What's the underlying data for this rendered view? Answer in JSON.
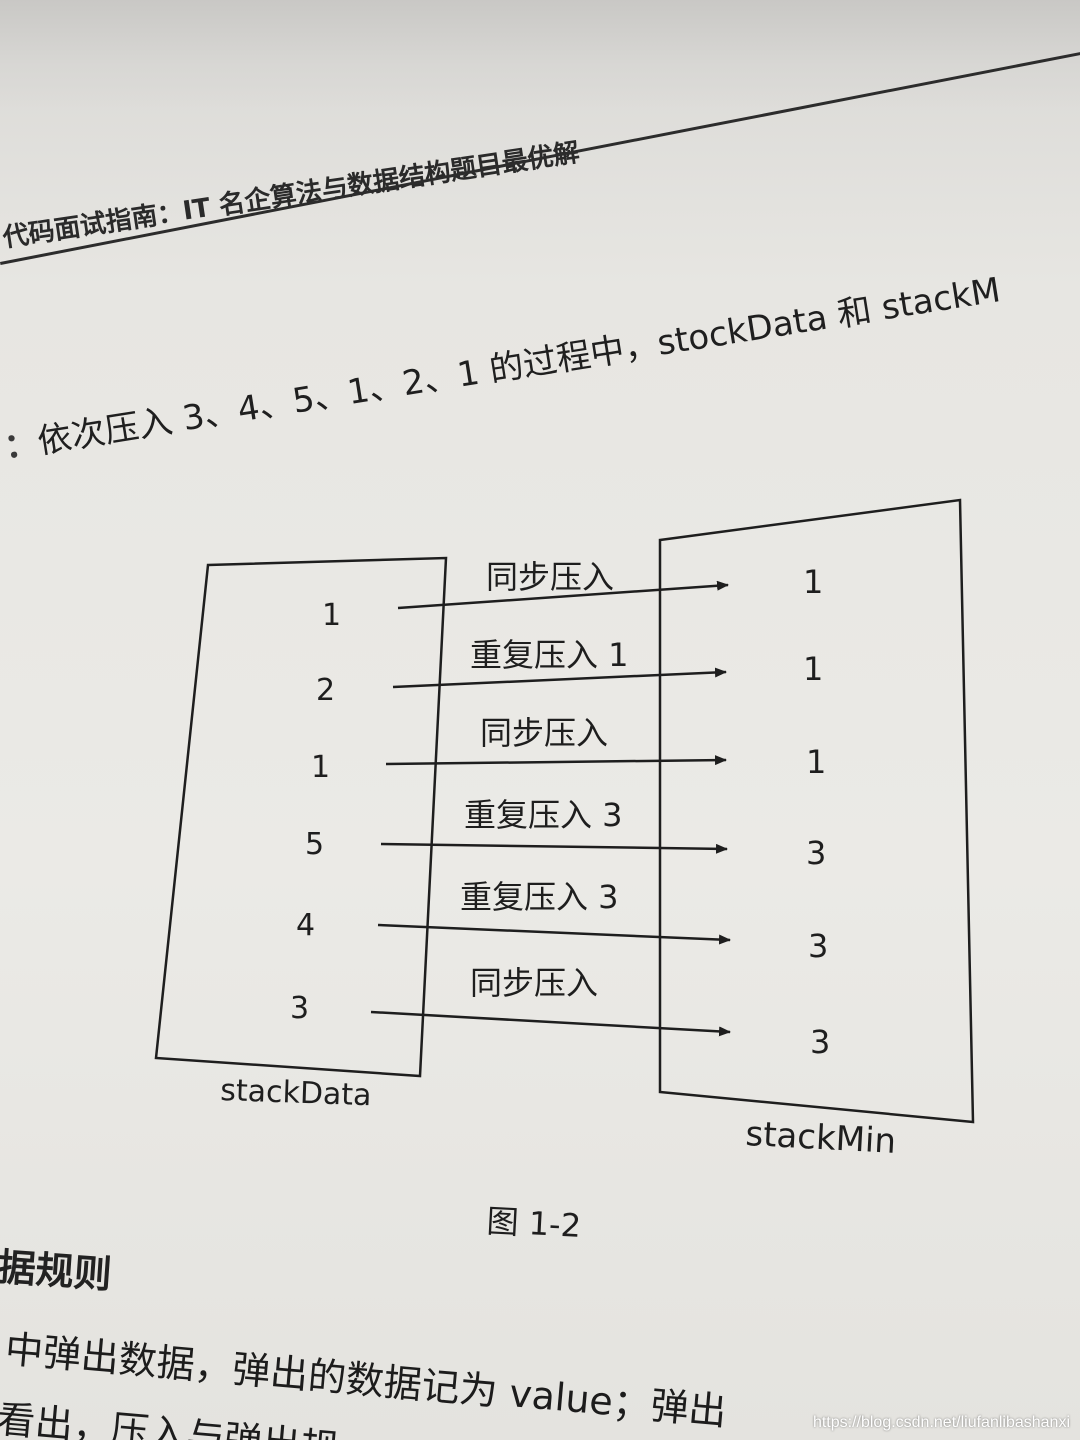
{
  "header": {
    "running_title": "代码面试指南：IT 名企算法与数据结构题目最优解"
  },
  "body_text": {
    "prefix": "：",
    "line": "依次压入 3、4、5、1、2、1 的过程中，stockData 和 stackM"
  },
  "diagram": {
    "left_stack_label": "stackData",
    "right_stack_label": "stackMin",
    "rows": [
      {
        "data_value": "1",
        "arrow_label": "同步压入",
        "min_value": "1"
      },
      {
        "data_value": "2",
        "arrow_label": "重复压入 1",
        "min_value": "1"
      },
      {
        "data_value": "1",
        "arrow_label": "同步压入",
        "min_value": "1"
      },
      {
        "data_value": "5",
        "arrow_label": "重复压入 3",
        "min_value": "3"
      },
      {
        "data_value": "4",
        "arrow_label": "重复压入 3",
        "min_value": "3"
      },
      {
        "data_value": "3",
        "arrow_label": "同步压入",
        "min_value": "3"
      }
    ],
    "caption": "图 1-2"
  },
  "section": {
    "heading": "据规则"
  },
  "bottom_text": {
    "line1": "中弹出数据，弹出的数据记为 value；弹出",
    "line2": "看出，压入与弹出规"
  },
  "watermark": "https://blog.csdn.net/liufanlibashanxi",
  "colors": {
    "ink": "#1e1e1e",
    "paper": "#ebeae6"
  }
}
